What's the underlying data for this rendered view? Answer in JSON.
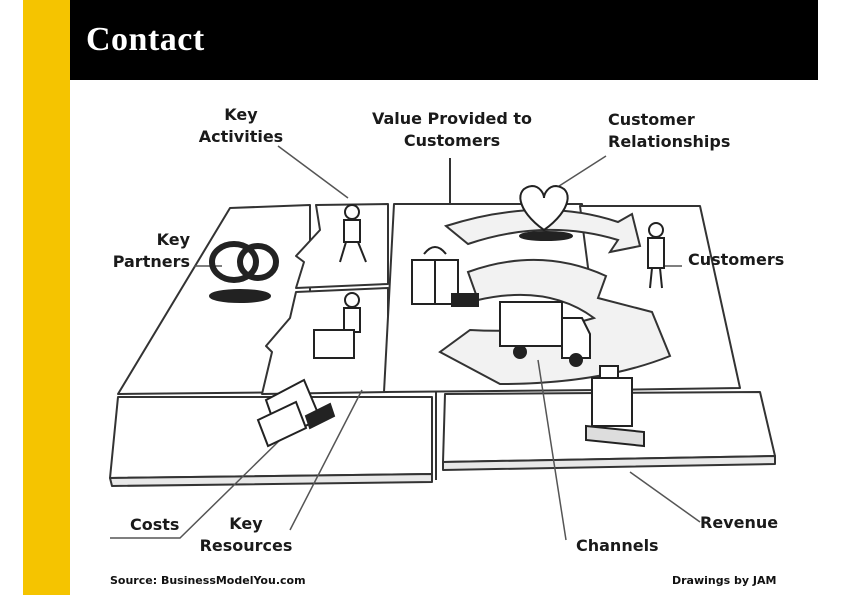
{
  "slide": {
    "title": "Contact"
  },
  "canvas_labels": {
    "key_activities": "Key\nActivities",
    "value_provided": "Value Provided to\nCustomers",
    "customer_relationships": "Customer\nRelationships",
    "key_partners": "Key\nPartners",
    "customers": "Customers",
    "costs": "Costs",
    "key_resources": "Key\nResources",
    "channels": "Channels",
    "revenue": "Revenue"
  },
  "footer": {
    "source": "Source:  BusinessModelYou.com",
    "credit": "Drawings by JAM"
  },
  "colors": {
    "accent_bar": "#f5c400",
    "title_bar": "#000000",
    "title_text": "#ffffff"
  }
}
